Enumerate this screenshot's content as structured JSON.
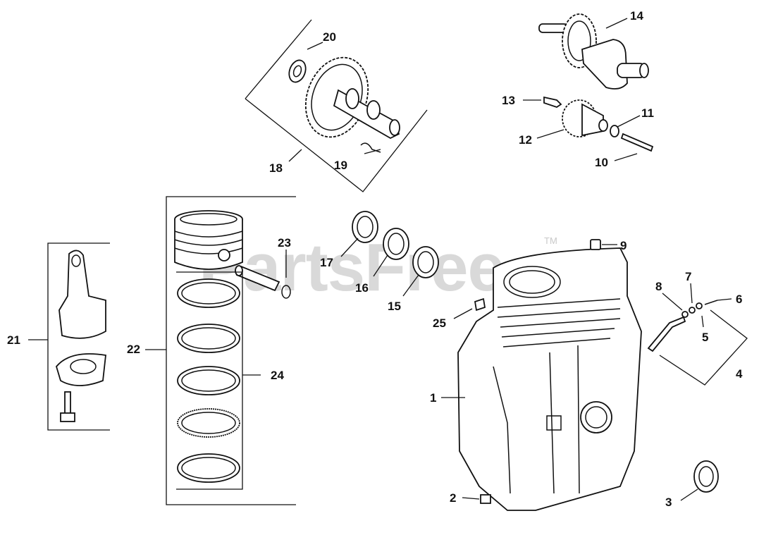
{
  "diagram": {
    "watermark": "PartsFree",
    "trademark": "TM",
    "callouts": [
      {
        "id": "c1",
        "label": "1"
      },
      {
        "id": "c2",
        "label": "2"
      },
      {
        "id": "c3",
        "label": "3"
      },
      {
        "id": "c4",
        "label": "4"
      },
      {
        "id": "c5",
        "label": "5"
      },
      {
        "id": "c6",
        "label": "6"
      },
      {
        "id": "c7",
        "label": "7"
      },
      {
        "id": "c8",
        "label": "8"
      },
      {
        "id": "c9",
        "label": "9"
      },
      {
        "id": "c10",
        "label": "10"
      },
      {
        "id": "c11",
        "label": "11"
      },
      {
        "id": "c12",
        "label": "12"
      },
      {
        "id": "c13",
        "label": "13"
      },
      {
        "id": "c14",
        "label": "14"
      },
      {
        "id": "c15",
        "label": "15"
      },
      {
        "id": "c16",
        "label": "16"
      },
      {
        "id": "c17",
        "label": "17"
      },
      {
        "id": "c18",
        "label": "18"
      },
      {
        "id": "c19",
        "label": "19"
      },
      {
        "id": "c20",
        "label": "20"
      },
      {
        "id": "c21",
        "label": "21"
      },
      {
        "id": "c22",
        "label": "22"
      },
      {
        "id": "c23",
        "label": "23"
      },
      {
        "id": "c24",
        "label": "24"
      },
      {
        "id": "c25",
        "label": "25"
      }
    ]
  }
}
